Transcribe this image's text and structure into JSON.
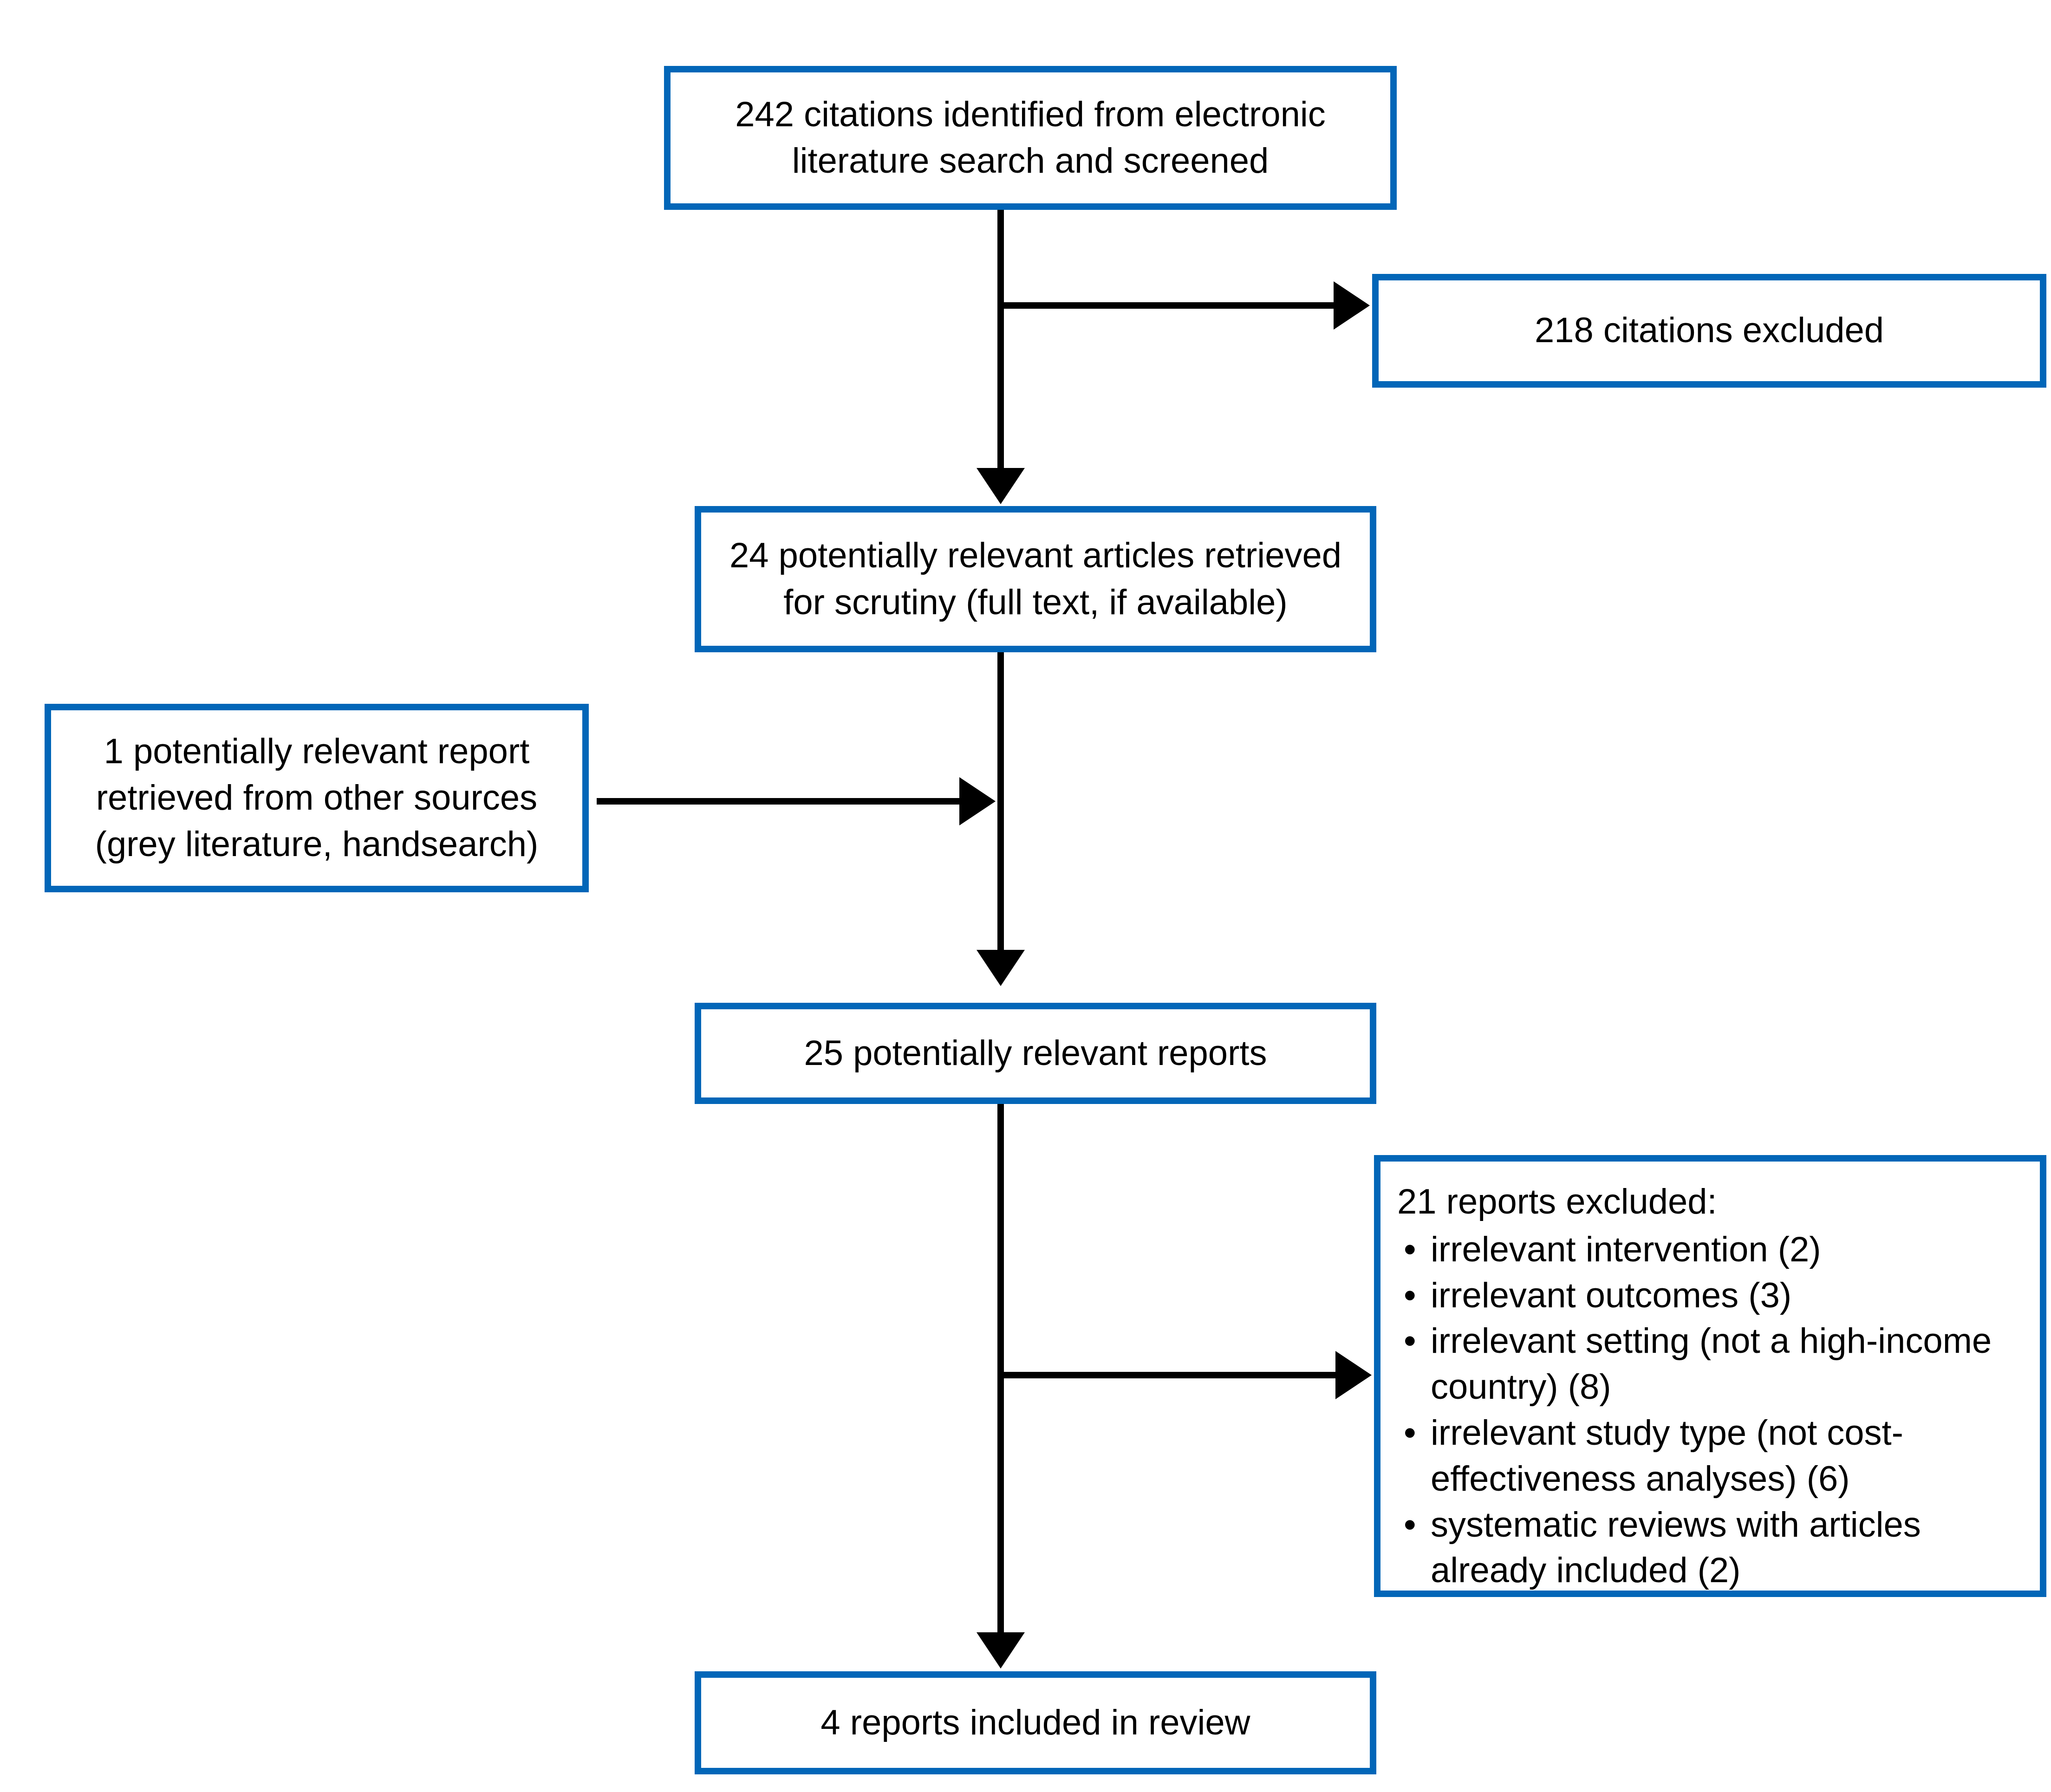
{
  "diagram": {
    "type": "prisma-study-flow",
    "accent_color": "#0266b8",
    "text_color": "#000000",
    "background_color": "#ffffff",
    "boxes": {
      "identified": {
        "name": "citations-identified",
        "text": "242 citations identified from electronic literature search and screened",
        "count": 242
      },
      "excluded_citations": {
        "name": "citations-excluded",
        "text": "218 citations excluded",
        "count": 218
      },
      "retrieved": {
        "name": "articles-retrieved",
        "text": "24 potentially relevant articles retrieved for scrutiny (full text, if available)",
        "count": 24
      },
      "other_sources": {
        "name": "reports-from-other-sources",
        "text": "1 potentially relevant report retrieved from other sources (grey literature, handsearch)",
        "count": 1
      },
      "relevant_reports": {
        "name": "potentially-relevant-reports",
        "text": "25 potentially relevant reports",
        "count": 25
      },
      "excluded_reports": {
        "name": "reports-excluded",
        "title": "21 reports excluded:",
        "count": 21,
        "reasons": [
          {
            "label": "irrelevant intervention (2)",
            "n": 2
          },
          {
            "label": "irrelevant outcomes (3)",
            "n": 3
          },
          {
            "label": "irrelevant setting (not a high-income country) (8)",
            "n": 8
          },
          {
            "label": "irrelevant study type (not cost-effectiveness analyses) (6)",
            "n": 6
          },
          {
            "label": "systematic reviews with articles already included (2)",
            "n": 2
          }
        ],
        "bullet_glyph": "•"
      },
      "included": {
        "name": "reports-included-in-review",
        "text": "4 reports included in review",
        "count": 4
      }
    },
    "connectors": [
      {
        "name": "identified-to-retrieved",
        "kind": "vertical-arrow"
      },
      {
        "name": "identified-to-citations-excluded",
        "kind": "horizontal-arrow"
      },
      {
        "name": "retrieved-to-relevant-reports",
        "kind": "vertical-arrow"
      },
      {
        "name": "other-sources-to-main-flow",
        "kind": "horizontal-arrow"
      },
      {
        "name": "relevant-reports-to-included",
        "kind": "vertical-arrow"
      },
      {
        "name": "relevant-reports-to-reports-excluded",
        "kind": "horizontal-arrow"
      }
    ]
  }
}
